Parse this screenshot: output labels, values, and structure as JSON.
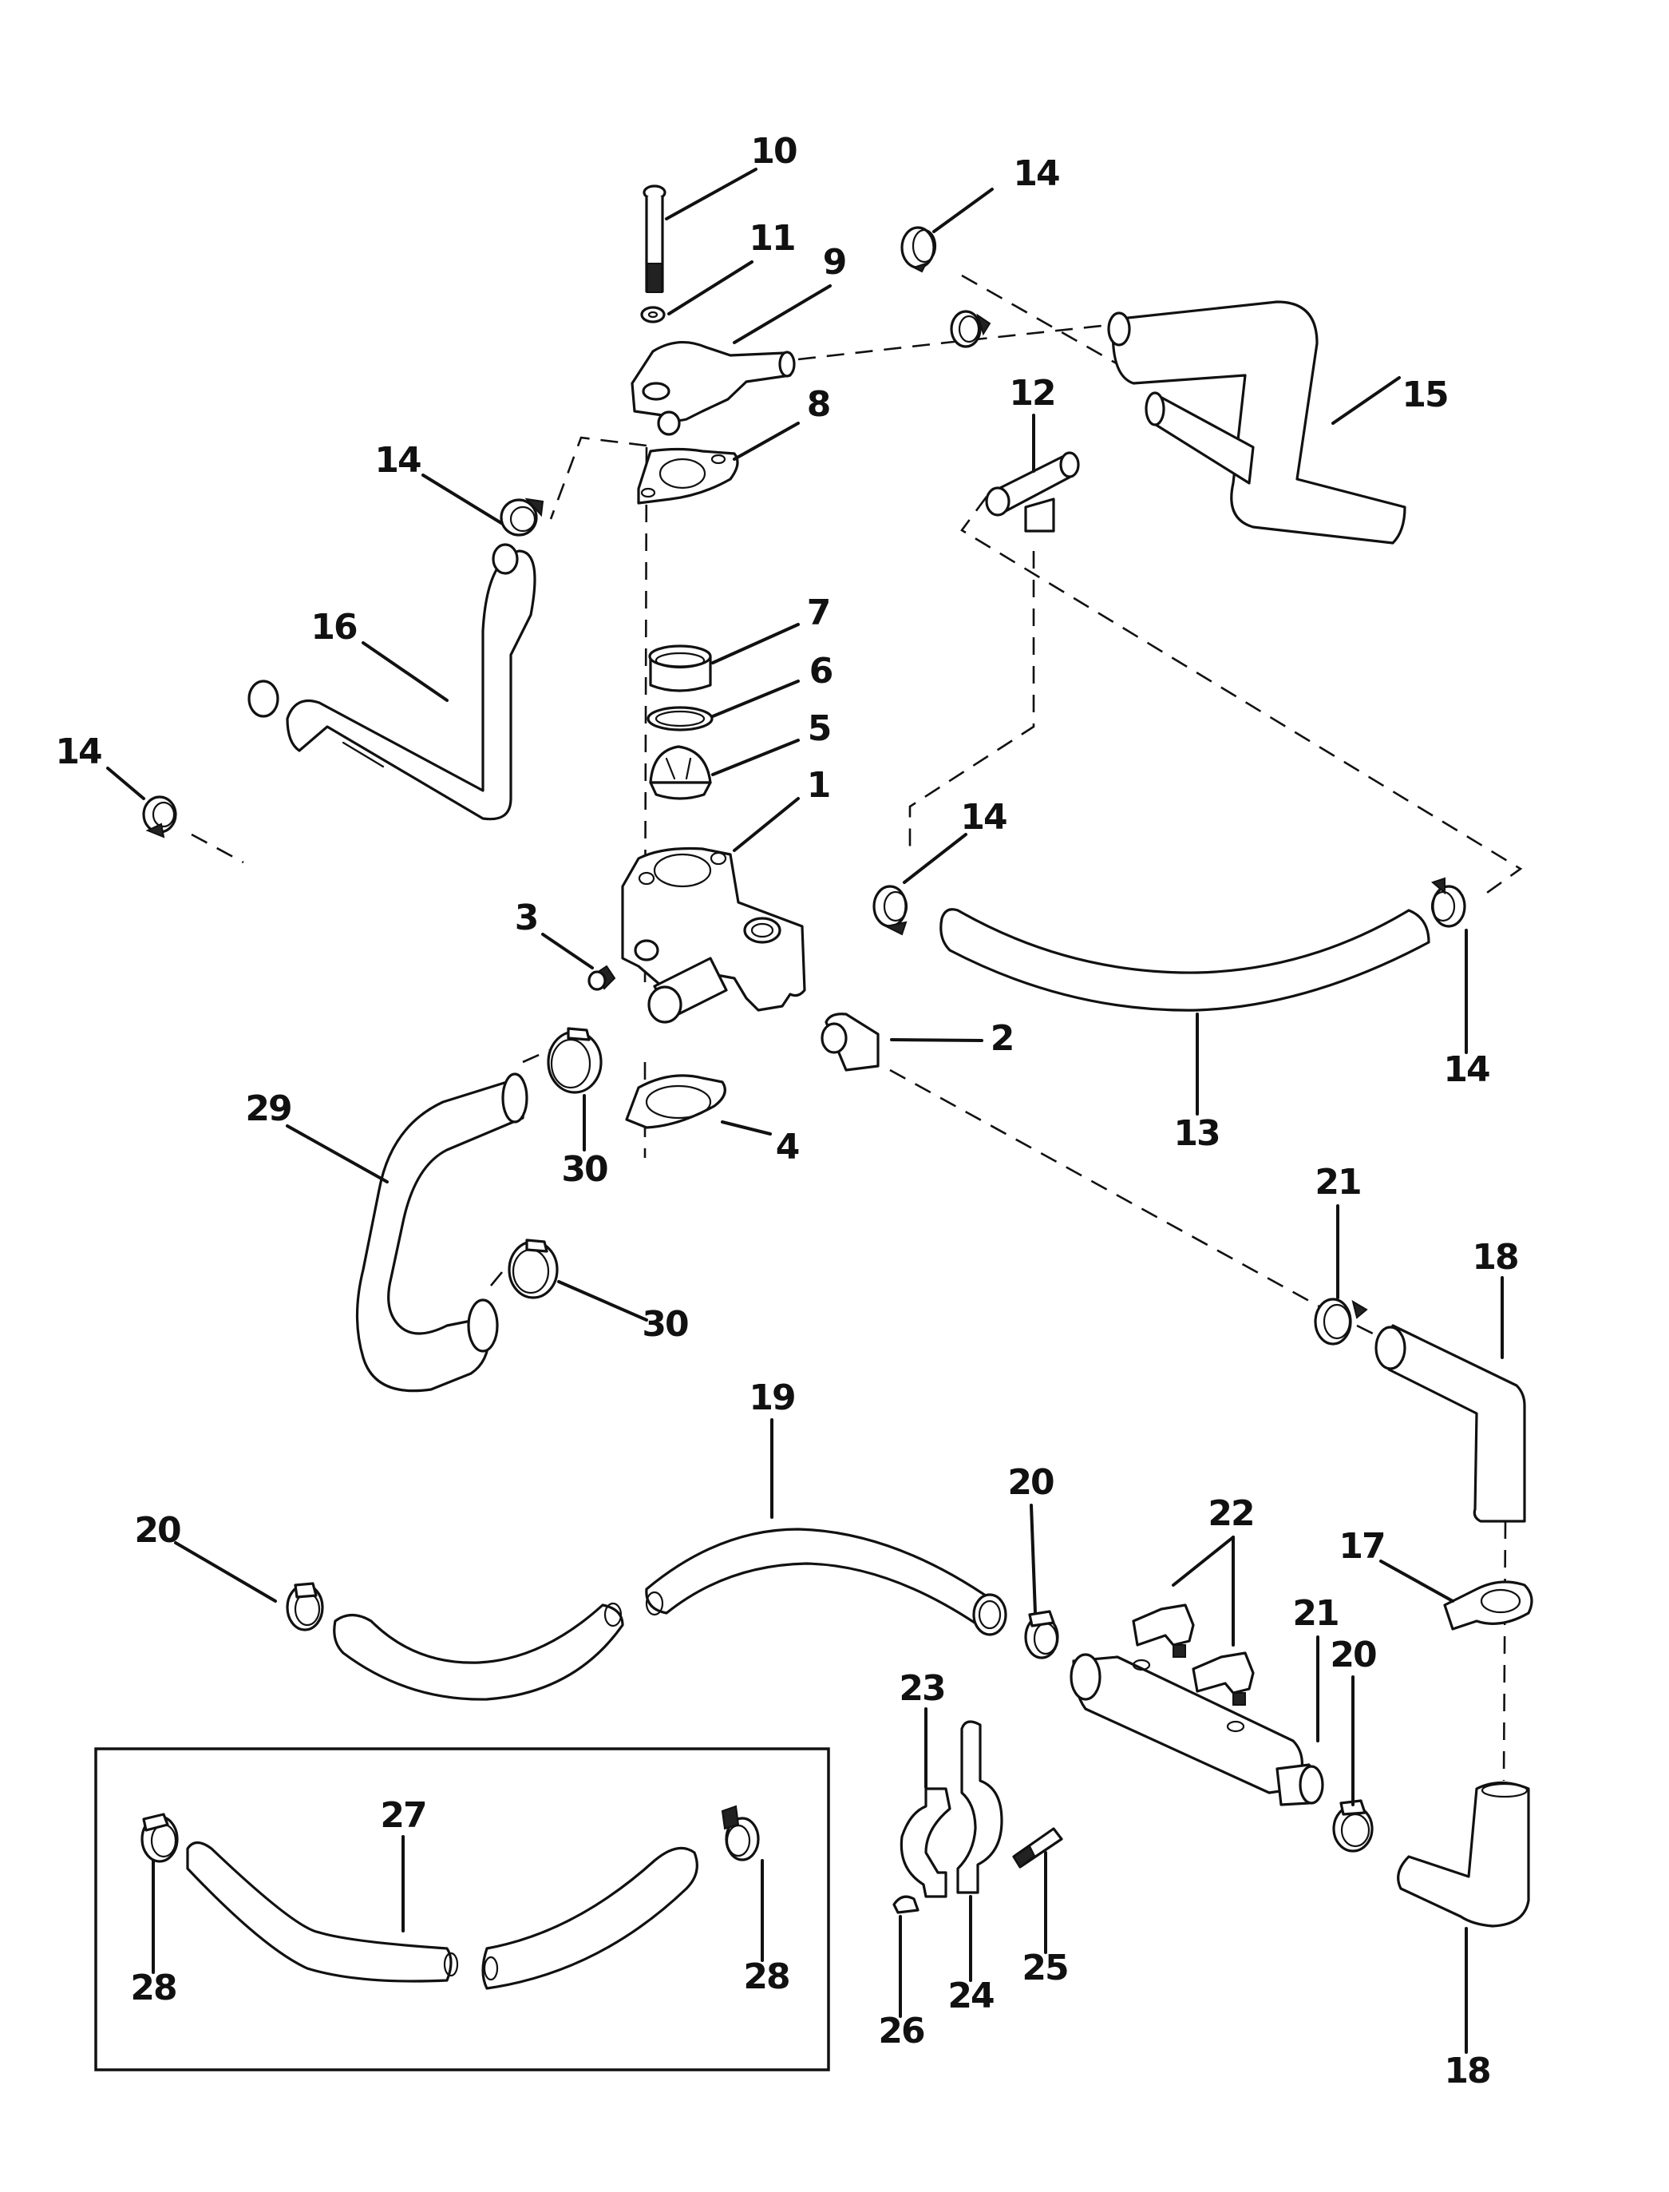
{
  "diagram": {
    "type": "exploded-parts-diagram",
    "subject": "Thermostat housing and cooling hose assembly",
    "colors": {
      "ink": "#111111",
      "paper": "#ffffff"
    }
  },
  "callouts": [
    {
      "id": "c10",
      "label": "10",
      "part": "bolt"
    },
    {
      "id": "c11",
      "label": "11",
      "part": "lock-washer"
    },
    {
      "id": "c9",
      "label": "9",
      "part": "thermostat-cover"
    },
    {
      "id": "c14a",
      "label": "14",
      "part": "hose-clamp"
    },
    {
      "id": "c15",
      "label": "15",
      "part": "hose"
    },
    {
      "id": "c12",
      "label": "12",
      "part": "tee-fitting"
    },
    {
      "id": "c8",
      "label": "8",
      "part": "gasket"
    },
    {
      "id": "c14b",
      "label": "14",
      "part": "hose-clamp"
    },
    {
      "id": "c16",
      "label": "16",
      "part": "hose"
    },
    {
      "id": "c7",
      "label": "7",
      "part": "sleeve"
    },
    {
      "id": "c6",
      "label": "6",
      "part": "seal"
    },
    {
      "id": "c5",
      "label": "5",
      "part": "thermostat"
    },
    {
      "id": "c1",
      "label": "1",
      "part": "thermostat-housing"
    },
    {
      "id": "c14c",
      "label": "14",
      "part": "hose-clamp"
    },
    {
      "id": "c14d",
      "label": "14",
      "part": "hose-clamp"
    },
    {
      "id": "c3",
      "label": "3",
      "part": "pipe-plug"
    },
    {
      "id": "c2",
      "label": "2",
      "part": "fitting"
    },
    {
      "id": "c14e",
      "label": "14",
      "part": "hose-clamp"
    },
    {
      "id": "c13",
      "label": "13",
      "part": "hose"
    },
    {
      "id": "c29",
      "label": "29",
      "part": "hose"
    },
    {
      "id": "c30a",
      "label": "30",
      "part": "hose-clamp"
    },
    {
      "id": "c4",
      "label": "4",
      "part": "gasket"
    },
    {
      "id": "c30b",
      "label": "30",
      "part": "hose-clamp"
    },
    {
      "id": "c21a",
      "label": "21",
      "part": "hose-clamp"
    },
    {
      "id": "c18a",
      "label": "18",
      "part": "hose"
    },
    {
      "id": "c19",
      "label": "19",
      "part": "hose"
    },
    {
      "id": "c20a",
      "label": "20",
      "part": "hose-clamp"
    },
    {
      "id": "c20b",
      "label": "20",
      "part": "hose-clamp"
    },
    {
      "id": "c22",
      "label": "22",
      "part": "elbow-fitting"
    },
    {
      "id": "c17",
      "label": "17",
      "part": "clamp"
    },
    {
      "id": "c21b",
      "label": "21",
      "part": "cooler"
    },
    {
      "id": "c20c",
      "label": "20",
      "part": "hose-clamp"
    },
    {
      "id": "c23",
      "label": "23",
      "part": "bracket"
    },
    {
      "id": "c27",
      "label": "27",
      "part": "hose"
    },
    {
      "id": "c28a",
      "label": "28",
      "part": "hose-clamp"
    },
    {
      "id": "c28b",
      "label": "28",
      "part": "hose-clamp"
    },
    {
      "id": "c24",
      "label": "24",
      "part": "bracket"
    },
    {
      "id": "c25",
      "label": "25",
      "part": "screw"
    },
    {
      "id": "c26",
      "label": "26",
      "part": "nut"
    },
    {
      "id": "c18b",
      "label": "18",
      "part": "hose"
    }
  ]
}
